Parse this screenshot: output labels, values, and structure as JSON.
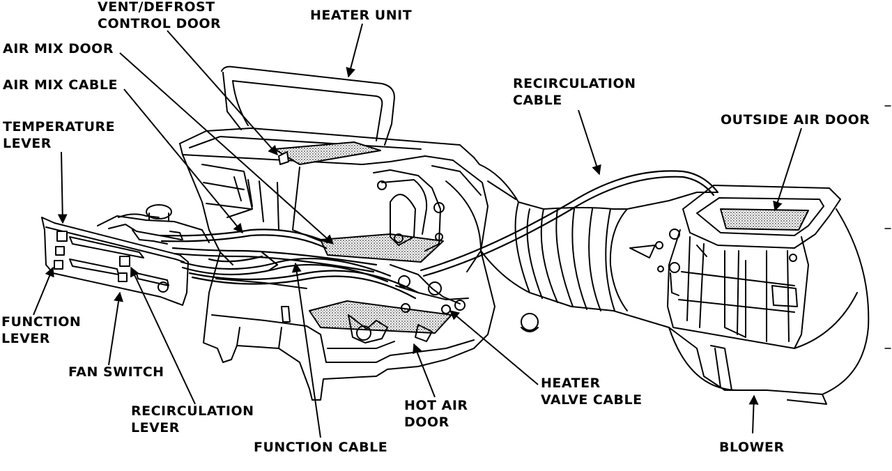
{
  "labels": {
    "vent_defrost": "VENT/DEFROST\nCONTROL DOOR",
    "heater_unit": "HEATER UNIT",
    "air_mix_door": "AIR MIX DOOR",
    "air_mix_cable": "AIR MIX CABLE",
    "temperature_lever": "TEMPERATURE\nLEVER",
    "recirculation_cable": "RECIRCULATION\nCABLE",
    "outside_air_door": "OUTSIDE AIR DOOR",
    "function_lever": "FUNCTION\nLEVER",
    "fan_switch": "FAN SWITCH",
    "recirculation_lever": "RECIRCULATION\nLEVER",
    "function_cable": "FUNCTION CABLE",
    "hot_air_door": "HOT AIR\nDOOR",
    "heater_valve_cable": "HEATER\nVALVE CABLE",
    "blower": "BLOWER"
  },
  "colors": {
    "ink": "#000000",
    "paper": "#ffffff",
    "stipple": "#9a9a9a"
  }
}
